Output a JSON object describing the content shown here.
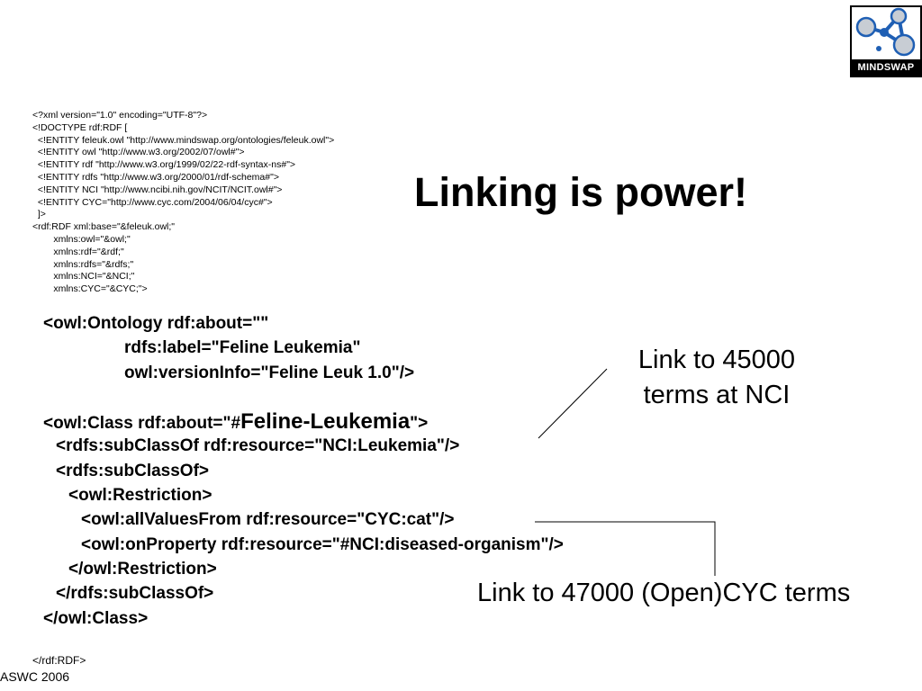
{
  "logo": {
    "label": "MINDSWAP",
    "icon": "brain-network-logo-icon"
  },
  "title": "Linking is power!",
  "header_code": [
    "<?xml version=\"1.0\" encoding=\"UTF-8\"?>",
    "<!DOCTYPE rdf:RDF [",
    "  <!ENTITY feleuk.owl \"http://www.mindswap.org/ontologies/feleuk.owl\">",
    "  <!ENTITY owl \"http://www.w3.org/2002/07/owl#\">",
    "  <!ENTITY rdf \"http://www.w3.org/1999/02/22-rdf-syntax-ns#\">",
    "  <!ENTITY rdfs \"http://www.w3.org/2000/01/rdf-schema#\">",
    "  <!ENTITY NCI \"http://www.ncibi.nih.gov/NCIT/NCIT.owl#\">",
    "  <!ENTITY CYC=\"http://www.cyc.com/2004/06/04/cyc#\">",
    "  ]>",
    "<rdf:RDF xml:base=\"&feleuk.owl;\"",
    "        xmlns:owl=\"&owl;\"",
    "        xmlns:rdf=\"&rdf;\"",
    "        xmlns:rdfs=\"&rdfs;\"",
    "        xmlns:NCI=\"&NCI;\"",
    "        xmlns:CYC=\"&CYC;\">"
  ],
  "main_code": {
    "ontology_open": "<owl:Ontology rdf:about=\"\"",
    "ontology_label": "rdfs:label=\"Feline Leukemia\"",
    "ontology_version": "owl:versionInfo=\"Feline Leuk 1.0\"/>",
    "class_prefix": "<owl:Class rdf:about=\"#",
    "class_name": "Feline-Leukemia",
    "class_suffix": "\">",
    "subclass_nci": "<rdfs:subClassOf rdf:resource=\"NCI:Leukemia\"/>",
    "subclass_open": "<rdfs:subClassOf>",
    "restriction_open": "<owl:Restriction>",
    "all_values_from": "<owl:allValuesFrom rdf:resource=\"CYC:cat\"/>",
    "on_property": "<owl:onProperty rdf:resource=\"#NCI:diseased-organism\"/>",
    "restriction_close": "</owl:Restriction>",
    "subclass_close": "</rdfs:subClassOf>",
    "class_close": "</owl:Class>"
  },
  "callouts": {
    "nci_line1": "Link to 45000",
    "nci_line2": "terms at NCI",
    "cyc": "Link to 47000 (Open)CYC terms"
  },
  "footer_close": "</rdf:RDF>",
  "footer": "ASWC 2006",
  "colors": {
    "text": "#000000",
    "background": "#ffffff",
    "logo_blue": "#1f5fb4"
  }
}
